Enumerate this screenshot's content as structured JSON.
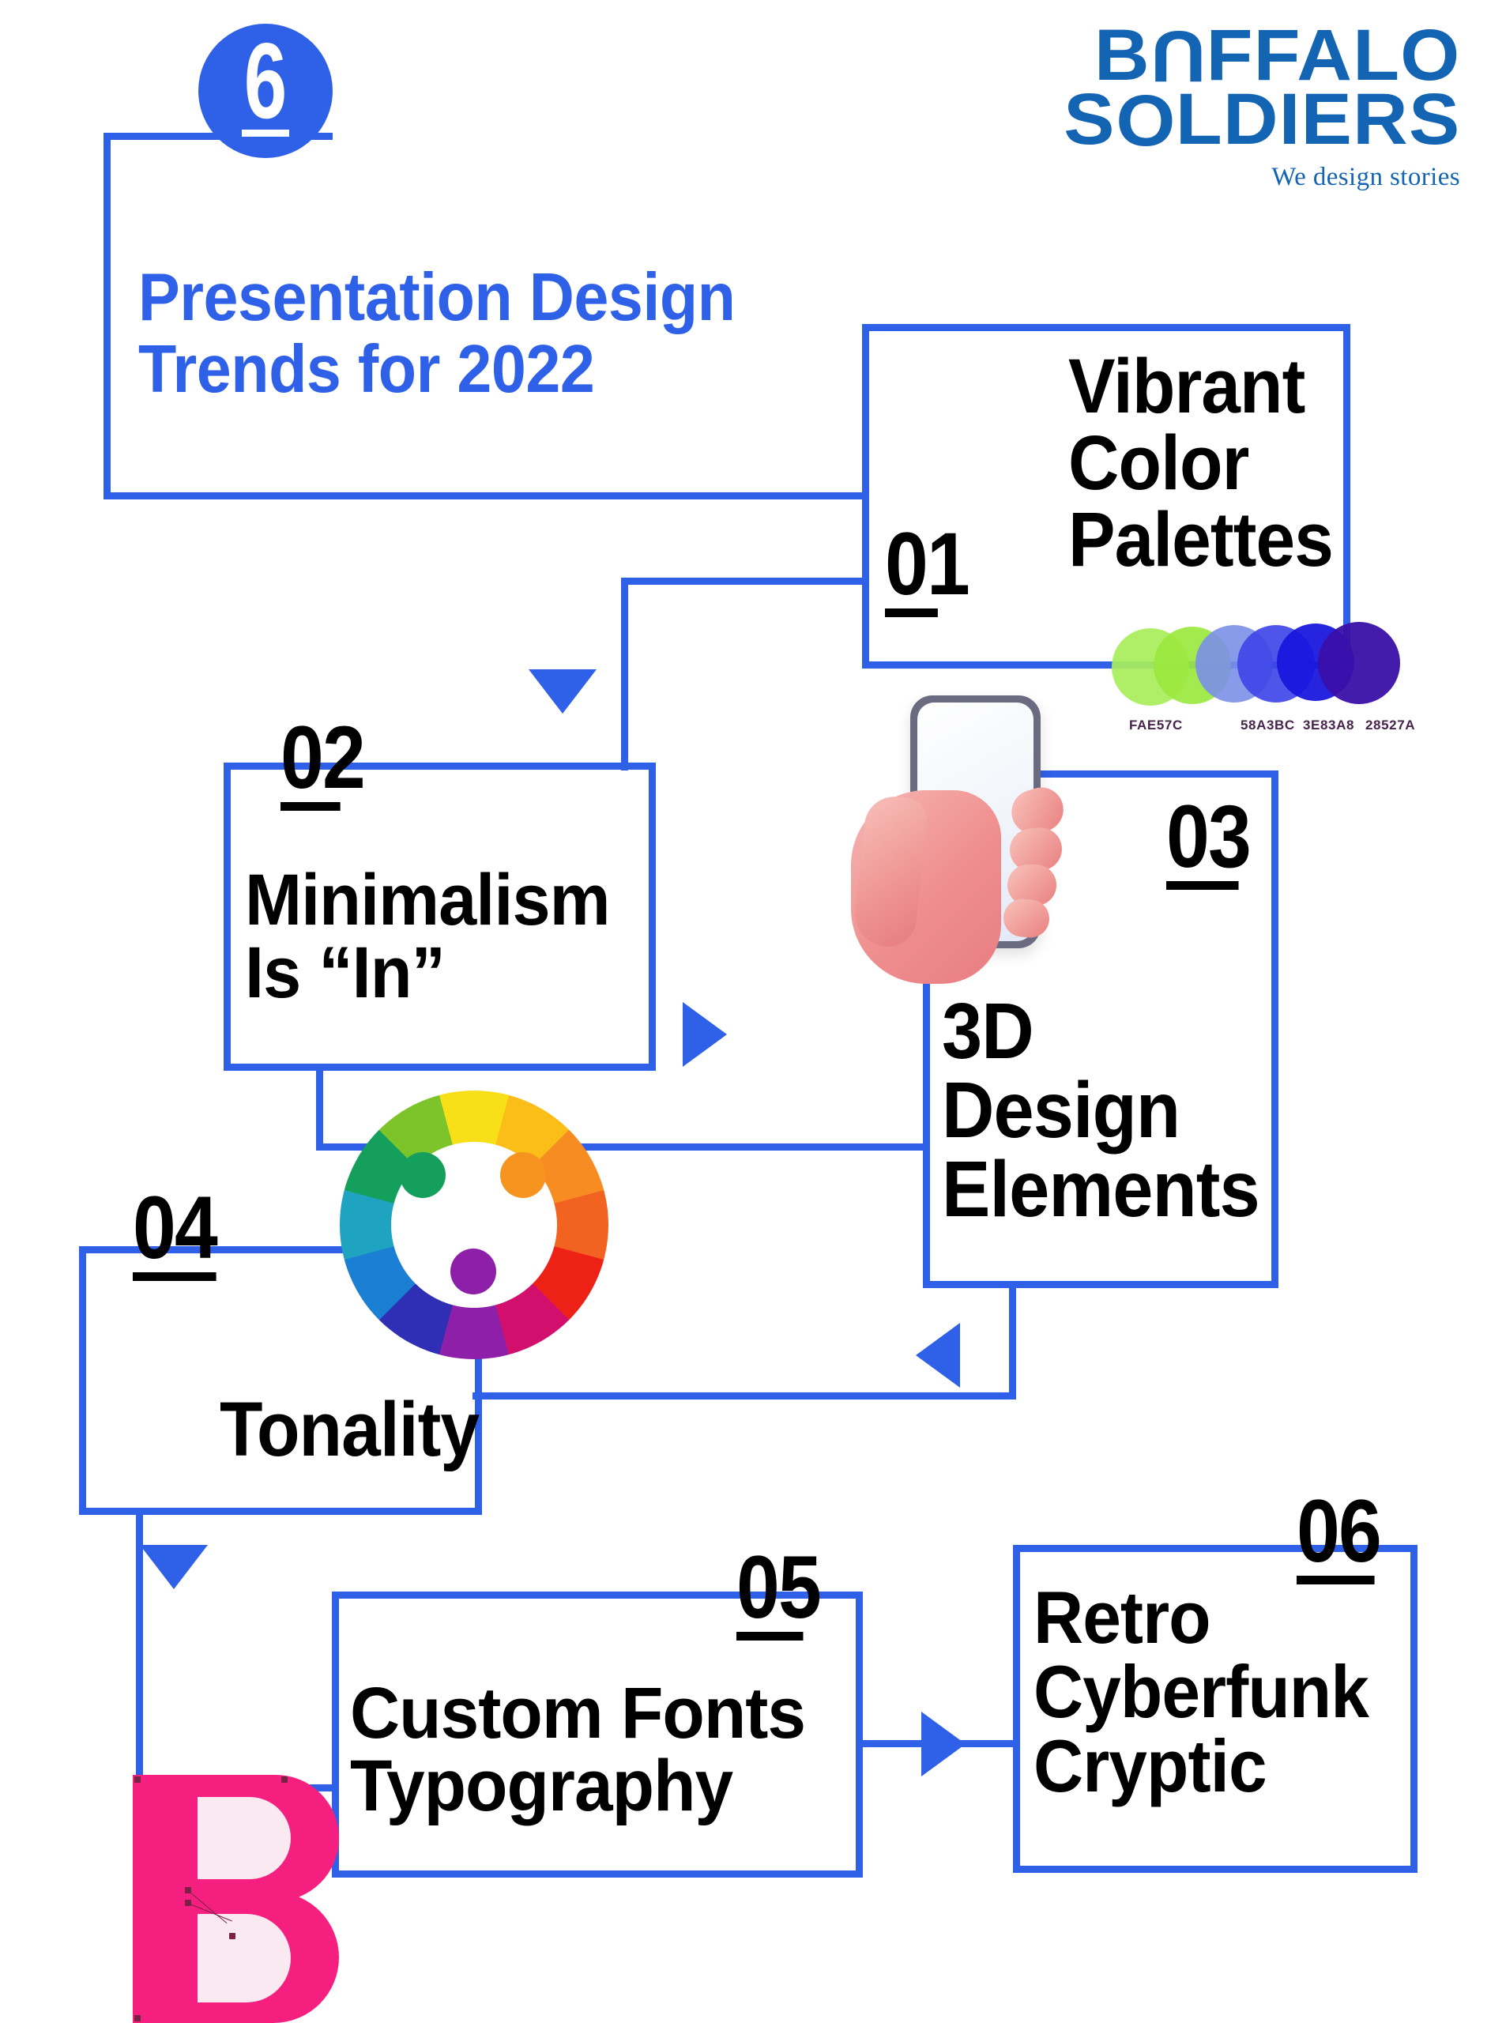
{
  "brand": {
    "name_line1": "BUFFALO",
    "name_line2": "SOLDIERS",
    "tagline": "We design stories",
    "color": "#1464B4"
  },
  "header": {
    "badge_number": "6",
    "title": "Presentation Design\nTrends for 2022",
    "accent_color": "#2F60E8"
  },
  "trends": [
    {
      "number": "01",
      "title": "Vibrant\nColor\nPalettes",
      "visual": "color-palette-blobs"
    },
    {
      "number": "02",
      "title": "Minimalism\nIs “In”",
      "visual": "none"
    },
    {
      "number": "03",
      "title": "3D\nDesign\nElements",
      "visual": "hand-holding-phone"
    },
    {
      "number": "04",
      "title": "Tonality",
      "visual": "color-wheel"
    },
    {
      "number": "05",
      "title": "Custom Fonts\nTypography",
      "visual": "pink-letter-b"
    },
    {
      "number": "06",
      "title": "Retro\nCyberfunk\nCryptic",
      "visual": "none"
    }
  ],
  "palette_swatches": {
    "colors": [
      "#A8EE5A",
      "#9BE83F",
      "#7B8FE8",
      "#3F46E8",
      "#1A16DE",
      "#3A10A8"
    ],
    "labels": [
      "FAE57C",
      "58A3BC",
      "3E83A8",
      "28527A"
    ],
    "label_color": "#46244C"
  },
  "color_wheel": {
    "segments": [
      "#F7E017",
      "#FBBE18",
      "#F68C22",
      "#F26322",
      "#EE2117",
      "#D30F6D",
      "#8D1FA8",
      "#2E2FB5",
      "#1B7FD4",
      "#1EA3C0",
      "#14A05C",
      "#7DC32A"
    ],
    "triad_dots": [
      "#14A05C",
      "#F79420",
      "#8D1FA8"
    ]
  },
  "letter_b": {
    "glyph": "B",
    "fill": "#F51F7F",
    "counter": "#FBE9F2"
  },
  "connectors": {
    "line_color": "#2F60E8",
    "arrows": [
      "down",
      "right",
      "left",
      "down",
      "right"
    ]
  }
}
